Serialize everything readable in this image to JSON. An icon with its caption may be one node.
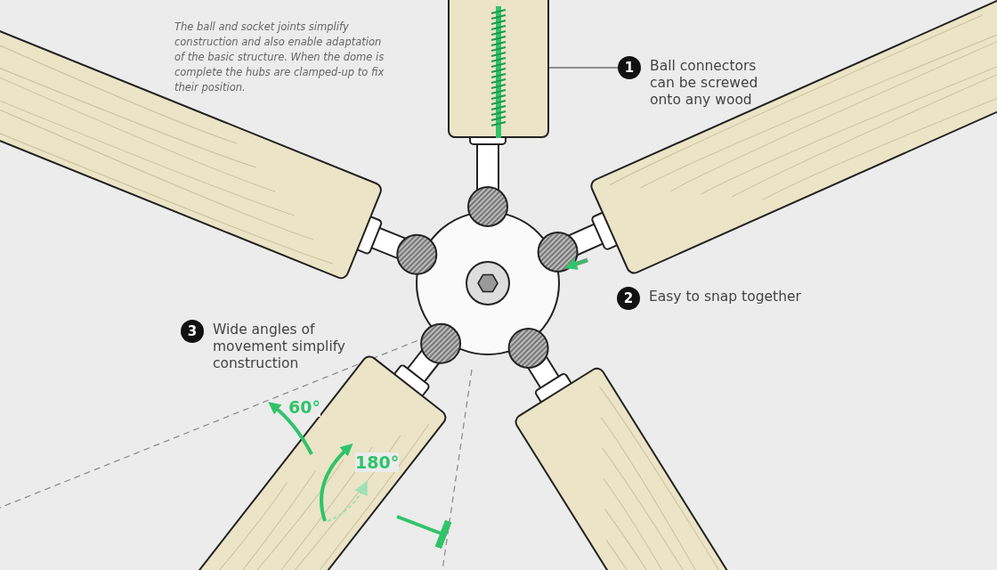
{
  "diagram": {
    "nodes": [
      {
        "text": [
          "1",
          "Ball connectors can be screwed onto any wood"
        ]
      },
      {
        "text": [],
        "shape": "picture"
      },
      {
        "text": [
          "2",
          "Easy to snap together"
        ]
      },
      {
        "text": [
          "3",
          "Wide angles of movement simplify construction"
        ]
      }
    ],
    "edges": [
      {
        "from": 0,
        "to": 1,
        "arrow": "none"
      }
    ],
    "labels": [
      "The ball and socket joints simplify construction and also enable adaptation of the basic structure. When the dome is complete the hubs are clamped-up to fix their position.",
      "60°",
      "180°"
    ]
  }
}
